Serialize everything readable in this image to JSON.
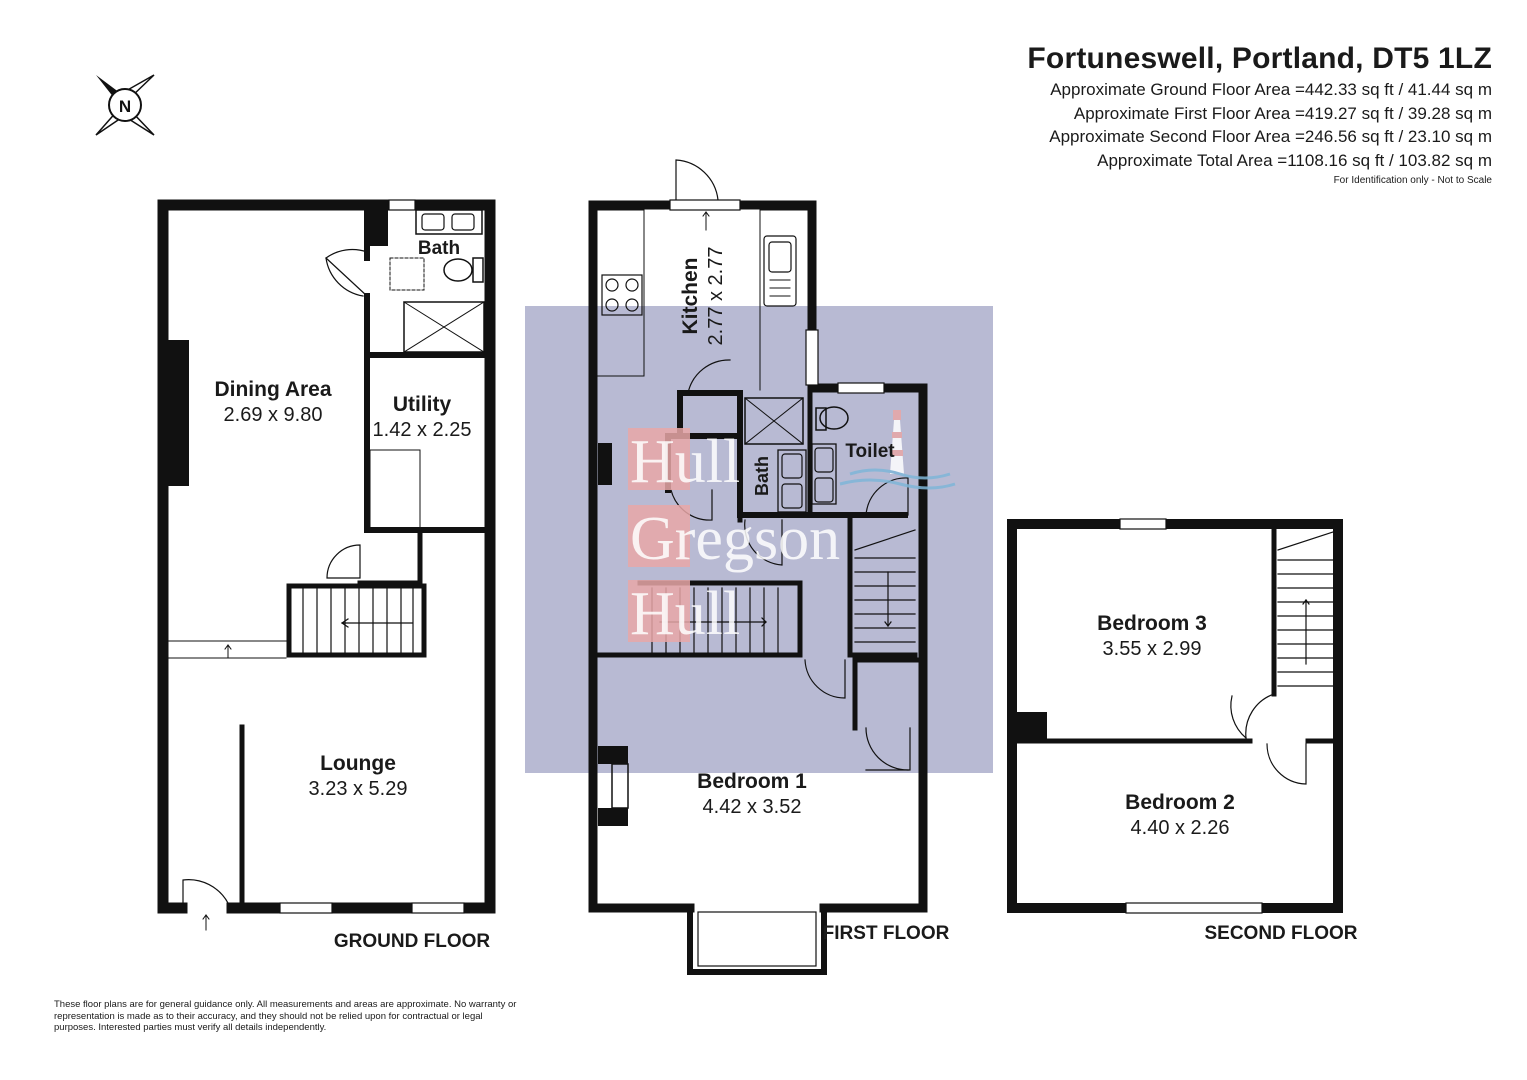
{
  "header": {
    "address": "Fortuneswell, Portland, DT5 1LZ",
    "areas": [
      "Approximate Ground Floor Area =442.33 sq ft / 41.44 sq m",
      "Approximate First Floor Area =419.27 sq ft / 39.28 sq m",
      "Approximate Second Floor Area =246.56 sq ft / 23.10 sq m",
      "Approximate Total Area =1108.16 sq ft / 103.82 sq m"
    ],
    "note": "For Identification only - Not to Scale"
  },
  "compass": {
    "label": "N"
  },
  "floors": {
    "ground": "GROUND FLOOR",
    "first": "FIRST FLOOR",
    "second": "SECOND FLOOR"
  },
  "rooms": {
    "dining_name": "Dining Area",
    "dining_dim": "2.69 x 9.80",
    "bath_ground": "Bath",
    "utility_name": "Utility",
    "utility_dim": "1.42 x 2.25",
    "lounge_name": "Lounge",
    "lounge_dim": "3.23 x 5.29",
    "kitchen_name": "Kitchen",
    "kitchen_dim": "2.77 x 2.77",
    "bath_first": "Bath",
    "toilet": "Toilet",
    "bed1_name": "Bedroom 1",
    "bed1_dim": "4.42 x 3.52",
    "bed3_name": "Bedroom 3",
    "bed3_dim": "3.55 x 2.99",
    "bed2_name": "Bedroom 2",
    "bed2_dim": "4.40 x 2.26"
  },
  "watermark": {
    "line1": "Hull",
    "line2": "Gregson",
    "line3": "Hull"
  },
  "disclaimer": "These floor plans are for general guidance only. All measurements and areas are approximate. No warranty or representation is made as to their accuracy, and they should not be relied upon for contractual or legal purposes. Interested parties must verify all details independently.",
  "colors": {
    "wall": "#111111",
    "watermark_bg": "#b8bad3",
    "watermark_brand": "#e8a7a7"
  }
}
